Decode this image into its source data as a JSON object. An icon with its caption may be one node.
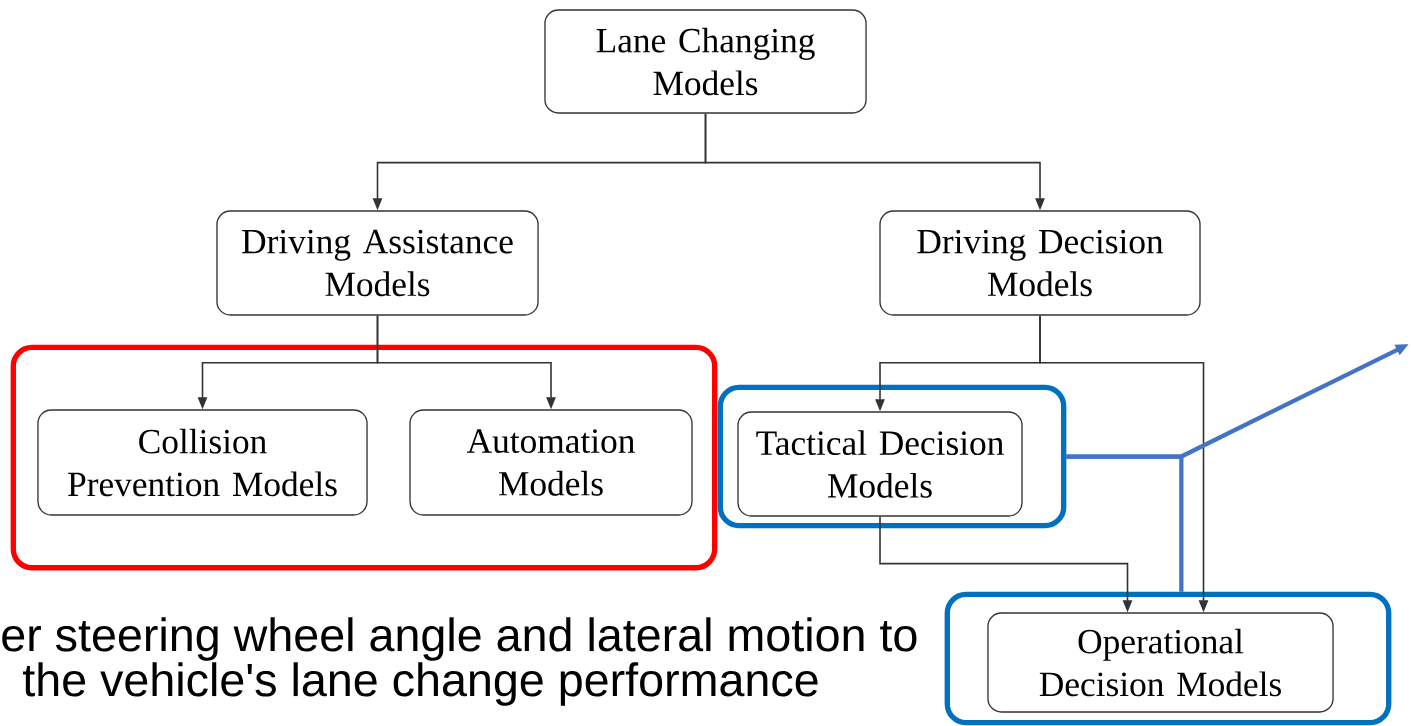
{
  "diagram": {
    "nodes": [
      {
        "text": [
          "Lane Changing Models"
        ]
      },
      {
        "text": [
          "Driving Assistance Models"
        ]
      },
      {
        "text": [
          "Driving Decision Models"
        ]
      },
      {
        "text": [],
        "shape": "box"
      },
      {
        "text": [
          "Collision Prevention Models"
        ],
        "in": 3
      },
      {
        "text": [
          "Automation Models"
        ],
        "in": 3
      },
      {
        "text": [],
        "shape": "box"
      },
      {
        "text": [
          "Tactical Decision Models"
        ],
        "in": 6
      },
      {
        "text": [],
        "shape": "box"
      },
      {
        "text": [
          "Operational Decision Models"
        ],
        "in": 8
      }
    ],
    "edges": [
      {
        "from": 0,
        "to": 1,
        "arrow": "to"
      },
      {
        "from": 0,
        "to": 2,
        "arrow": "to"
      },
      {
        "from": 1,
        "to": 4,
        "arrow": "to"
      },
      {
        "from": 1,
        "to": 5,
        "arrow": "to"
      },
      {
        "from": 2,
        "to": 7,
        "arrow": "to"
      },
      {
        "from": 2,
        "to": 9,
        "arrow": "to"
      },
      {
        "from": 7,
        "to": 9,
        "arrow": "to"
      },
      {
        "from": 6,
        "to": null,
        "arrow": "to",
        "style": "thick",
        "color": "#4472c4"
      },
      {
        "from": 6,
        "to": 8,
        "arrow": "none",
        "style": "thick",
        "color": "#4472c4"
      }
    ],
    "labels": [
      "er steering wheel angle and lateral motion to",
      "the vehicle's lane change performance"
    ]
  }
}
